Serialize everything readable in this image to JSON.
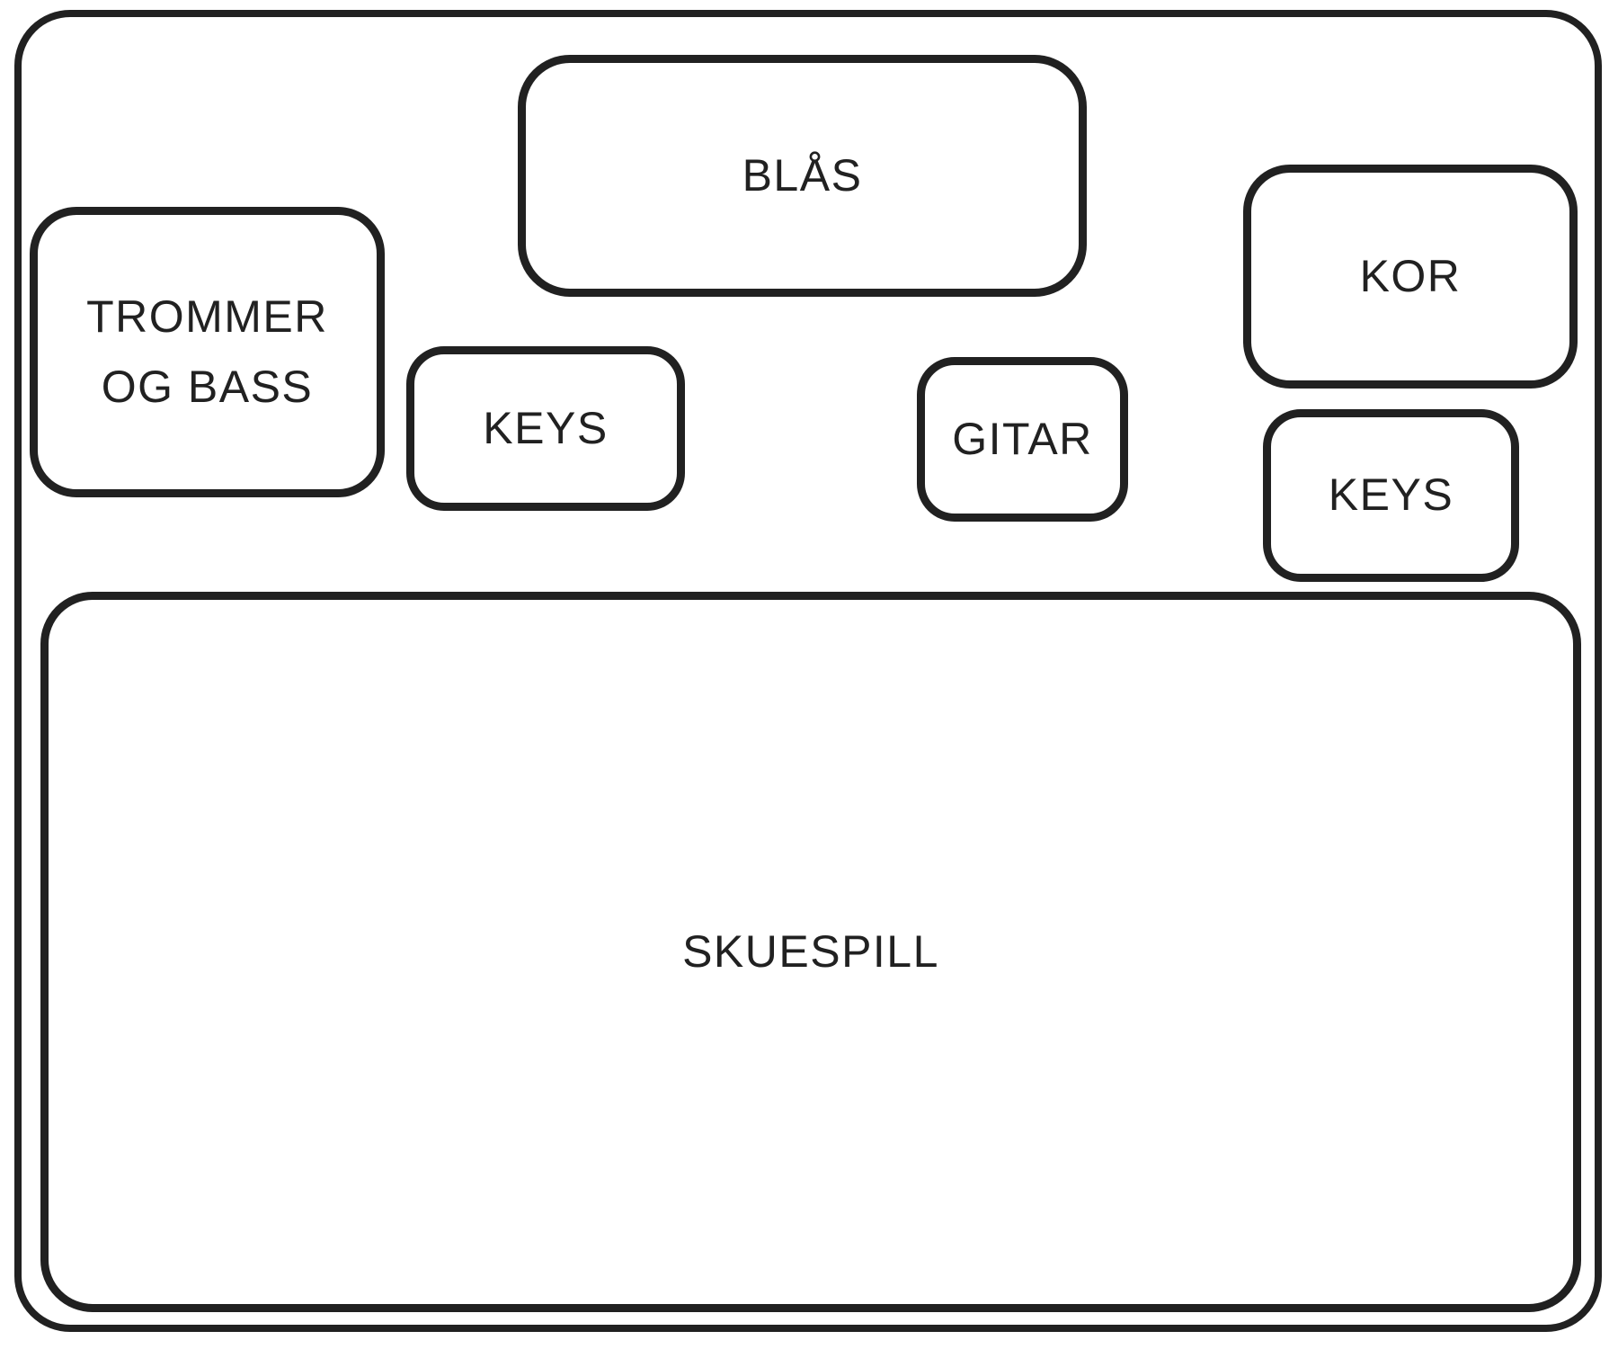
{
  "stage_plot": {
    "zones": [
      {
        "id": "blas",
        "label": "BLÅS"
      },
      {
        "id": "trommer-og-bass",
        "label": "TROMMER OG BASS",
        "lines": [
          "TROMMER",
          "OG BASS"
        ]
      },
      {
        "id": "keys-left",
        "label": "KEYS"
      },
      {
        "id": "gitar",
        "label": "GITAR"
      },
      {
        "id": "kor",
        "label": "KOR"
      },
      {
        "id": "keys-right",
        "label": "KEYS"
      },
      {
        "id": "skuespill",
        "label": "SKUESPILL"
      }
    ],
    "colors": {
      "stroke": "#212121",
      "background": "#ffffff"
    }
  }
}
